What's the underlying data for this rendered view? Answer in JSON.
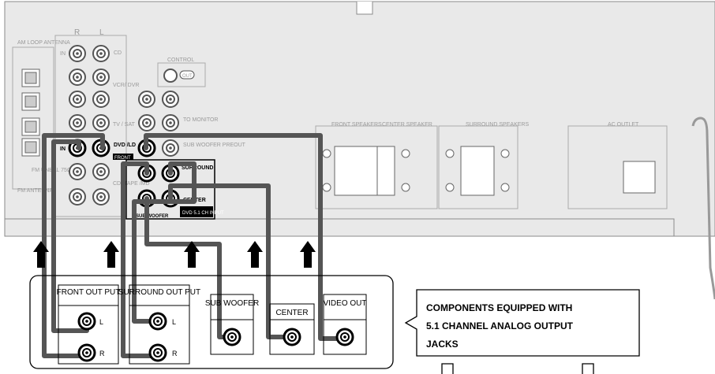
{
  "rear_panel": {
    "am_loop_antenna": "AM LOOP ANTENNA",
    "fm_unbal": "FM UNBAL 75Ω",
    "fm_antenna": "FM ANTENNA",
    "rl_header_r": "R",
    "rl_header_l": "L",
    "cd": "CD",
    "in": "IN",
    "out": "OUT",
    "vcr_dvr": "VCR/ DVR",
    "tv_sat": "TV / SAT",
    "dvd_ld": "DVD /LD",
    "front_badge": "FRONT",
    "md_tape": "CD /TAPE /MD",
    "control": "CONTROL",
    "control_out": "OUT",
    "to_monitor": "TO MONITOR",
    "sub_woofer_preout": "SUB WOOFER PREOUT",
    "surround": "SURROUND",
    "center": "CENTER",
    "sub_woofer": "SUB WOOFER",
    "dvd51": "DVD 5.1 CH INPUT",
    "front_speakers": "FRONT SPEAKERS",
    "center_speaker": "CENTER SPEAKER",
    "surround_speakers": "SURROUND SPEAKERS",
    "ac_outlet": "AC OUTLET"
  },
  "component": {
    "front_out_put": "FRONT OUT PUT",
    "surround_out_put": "SURROUND OUT PUT",
    "sub_woofer": "SUB WOOFER",
    "center": "CENTER",
    "video_out": "VIDEO OUT",
    "l": "L",
    "r": "R"
  },
  "callout": {
    "line1": "COMPONENTS EQUIPPED WITH",
    "line2": "5.1 CHANNEL ANALOG OUTPUT",
    "line3": "JACKS"
  }
}
